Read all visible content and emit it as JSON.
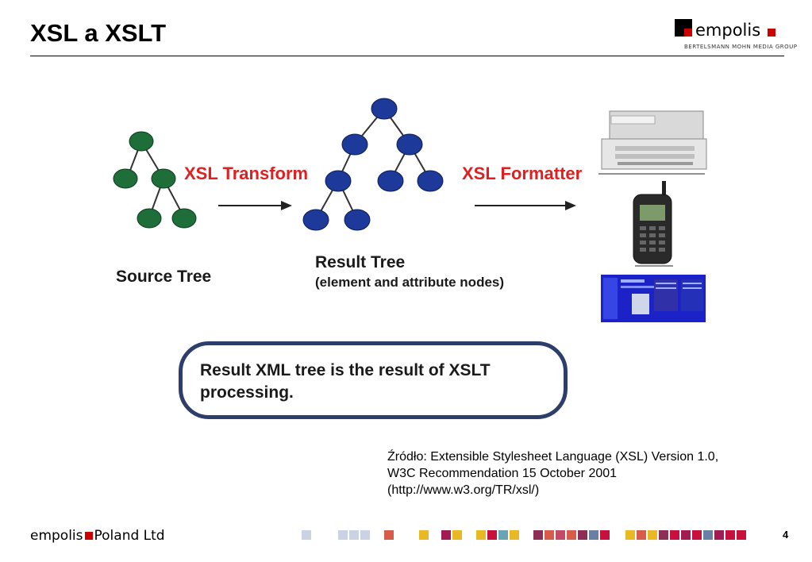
{
  "slide": {
    "title": "XSL a XSLT",
    "page_number": "4"
  },
  "logo": {
    "word": "empolis",
    "subtitle": "BERTELSMANN MOHN MEDIA GROUP"
  },
  "diagram": {
    "source_label": "Source Tree",
    "transform_label": "XSL Transform",
    "result_label": "Result Tree",
    "result_sublabel": "(element and attribute nodes)",
    "formatter_label": "XSL Formatter",
    "colors": {
      "source_nodes": "#1e6e3a",
      "result_nodes": "#1d3a9a",
      "labels_red": "#e02020",
      "box_border": "#2e3e6a"
    }
  },
  "note": {
    "line1": "Result XML tree is the result of XSLT",
    "line2": "processing."
  },
  "citation": {
    "line1": "Źródło: Extensible Stylesheet Language (XSL) Version 1.0,",
    "line2": "W3C Recommendation 15 October 2001",
    "line3": "(http://www.w3.org/TR/xsl/)"
  },
  "footer": {
    "brand_word": "empolis",
    "brand_rest": "Poland Ltd",
    "square_colors": [
      "#c9d3e3",
      "#c9d3e3",
      "#c9d3e3",
      "#c9d3e3",
      "#d75c4a",
      "#e8b825",
      "#a01c52",
      "#e8b825",
      "#e8b825",
      "#c7103c",
      "#6ba2b4",
      "#e8b825",
      "#8c2e55",
      "#d75c4a",
      "#c44a66",
      "#d75c4a",
      "#8c2e55",
      "#6a7fa4",
      "#c7103c",
      "#e8b825",
      "#d75c4a",
      "#e8b825",
      "#8c2e55",
      "#c7103c",
      "#a01c52",
      "#c7103c",
      "#6a7fa4",
      "#a01c52",
      "#c7103c",
      "#c7103c"
    ]
  }
}
